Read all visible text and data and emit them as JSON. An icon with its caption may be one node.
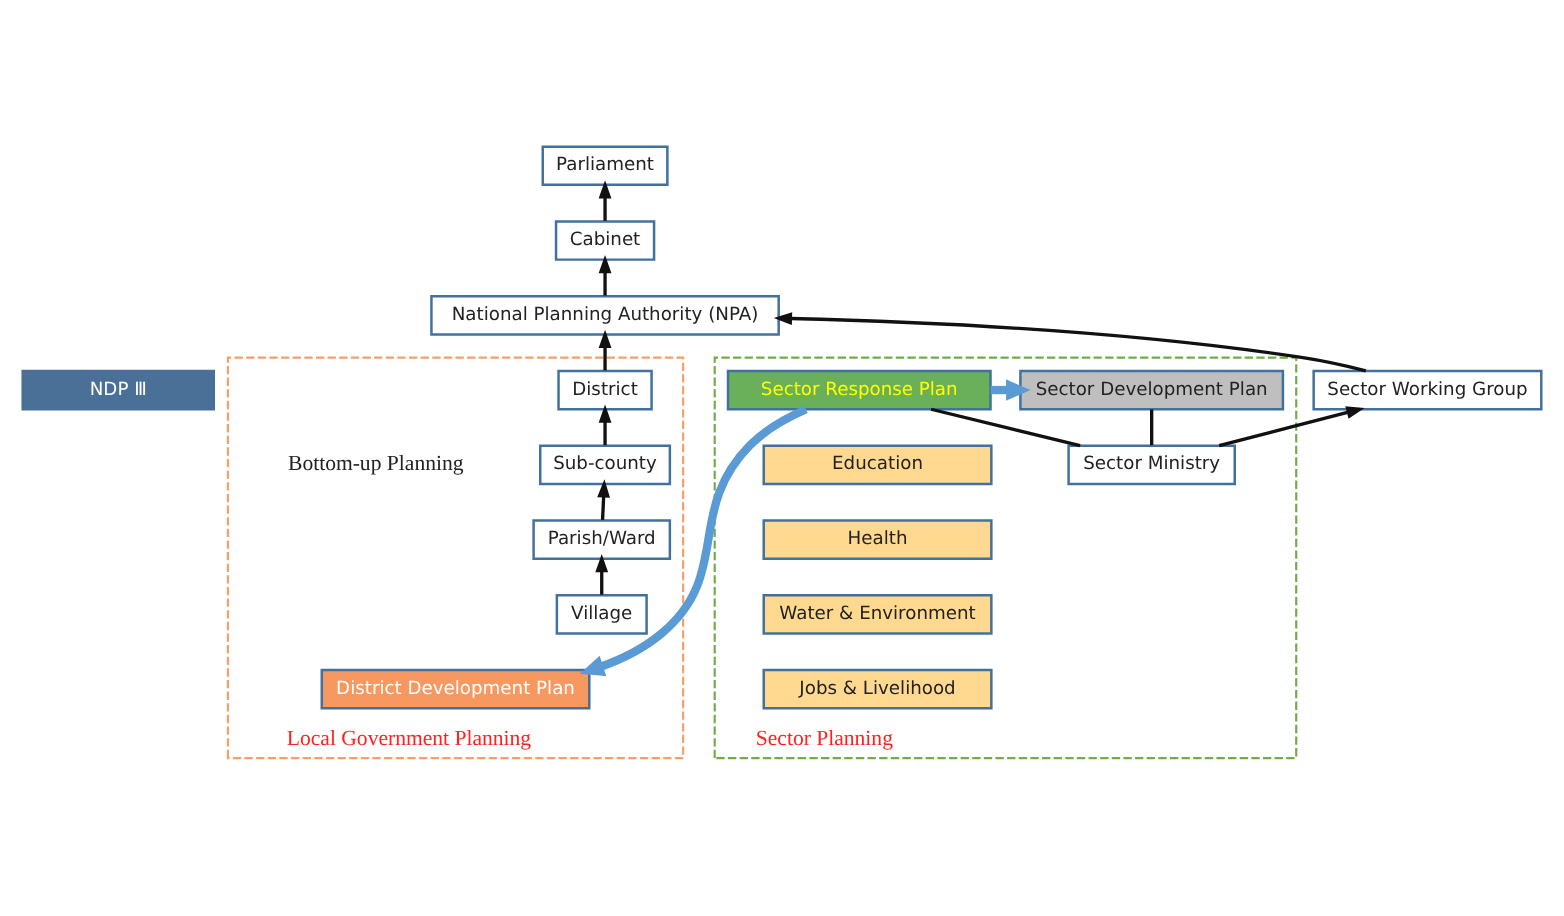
{
  "diagram": {
    "nodes": [
      {
        "text": [
          "Parliament"
        ]
      },
      {
        "text": [
          "Cabinet"
        ]
      },
      {
        "text": [
          "National Planning Authority (NPA)"
        ]
      },
      {
        "text": [
          "NDP Ⅲ"
        ]
      },
      {
        "text": [
          "Sector Working Group"
        ]
      },
      {
        "text": [
          "Sector Planning"
        ]
      },
      {
        "text": [
          "Sector Ministry"
        ],
        "in": 5
      },
      {
        "text": [
          "Sector Development Plan"
        ],
        "in": 5
      },
      {
        "text": [
          "Sector Response Plan"
        ],
        "in": 5
      },
      {
        "text": [
          "Education"
        ],
        "in": 5
      },
      {
        "text": [
          "Health"
        ],
        "in": 5
      },
      {
        "text": [
          "Water & Environment"
        ],
        "in": 5
      },
      {
        "text": [
          "Jobs & Livelihood"
        ],
        "in": 5
      },
      {
        "text": [
          "Local Government Planning"
        ]
      },
      {
        "text": [
          "District"
        ],
        "in": 13
      },
      {
        "text": [
          "District Development Plan"
        ],
        "in": 13
      },
      {
        "text": [
          "Sub-county"
        ],
        "in": 13
      },
      {
        "text": [
          "Parish/Ward"
        ],
        "in": 13
      },
      {
        "text": [
          "Village"
        ],
        "in": 13
      }
    ],
    "edges": [
      {
        "from": 1,
        "to": 0,
        "arrow": "to"
      },
      {
        "from": 2,
        "to": 1,
        "arrow": "to"
      },
      {
        "from": 4,
        "to": 2,
        "arrow": "to"
      },
      {
        "from": 6,
        "to": 4,
        "arrow": "to"
      },
      {
        "from": 6,
        "to": 7,
        "arrow": "none"
      },
      {
        "from": 6,
        "to": 8,
        "arrow": "none"
      },
      {
        "from": 8,
        "to": 7,
        "arrow": "to",
        "style": "thick",
        "color": "#5b9bd5"
      },
      {
        "from": 8,
        "to": 15,
        "arrow": "to",
        "style": "thick",
        "color": "#5b9bd5"
      },
      {
        "from": 18,
        "to": 17,
        "arrow": "to"
      },
      {
        "from": 17,
        "to": 16,
        "arrow": "to"
      },
      {
        "from": 16,
        "to": 14,
        "arrow": "to"
      },
      {
        "from": 14,
        "to": 2,
        "arrow": "to"
      }
    ],
    "labels": [
      "Bottom-up Planning"
    ]
  }
}
